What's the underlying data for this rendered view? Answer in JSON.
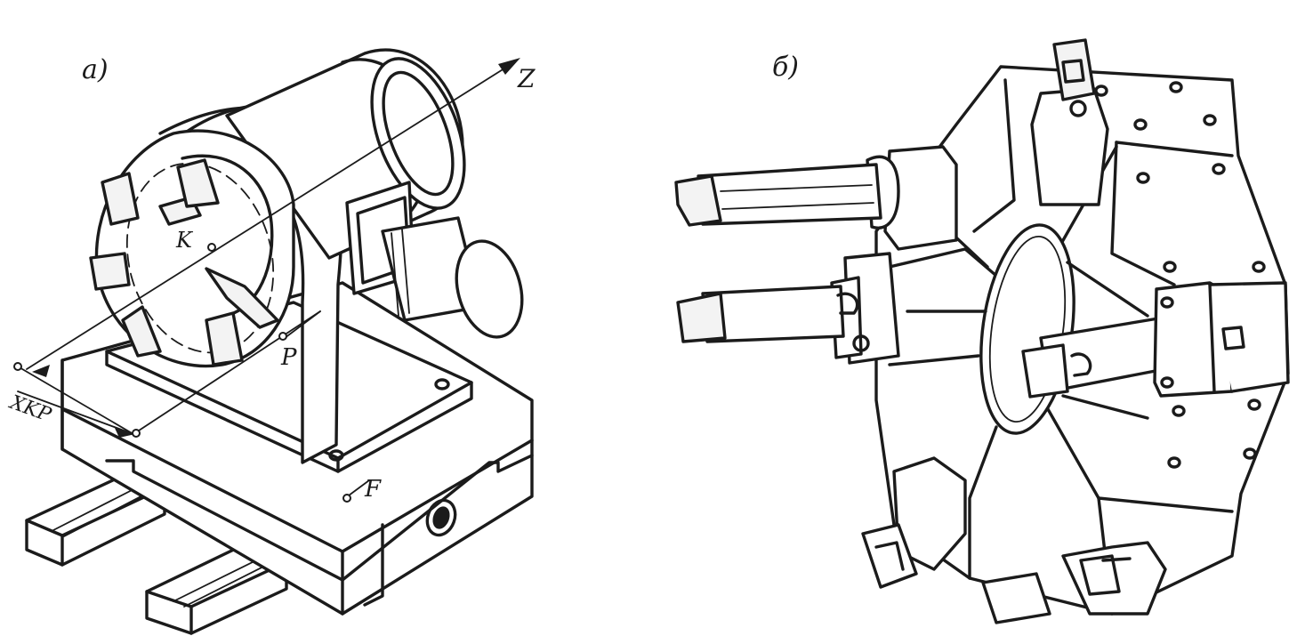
{
  "figure_a": {
    "panel_label": "а)",
    "axis_z_label": "Z",
    "point_k_label": "K",
    "point_p_label": "P",
    "point_f_label": "F",
    "dimension_label": "XKP"
  },
  "figure_b": {
    "panel_label": "б)"
  },
  "colors": {
    "ink": "#1b1b1b",
    "paper": "#ffffff"
  }
}
